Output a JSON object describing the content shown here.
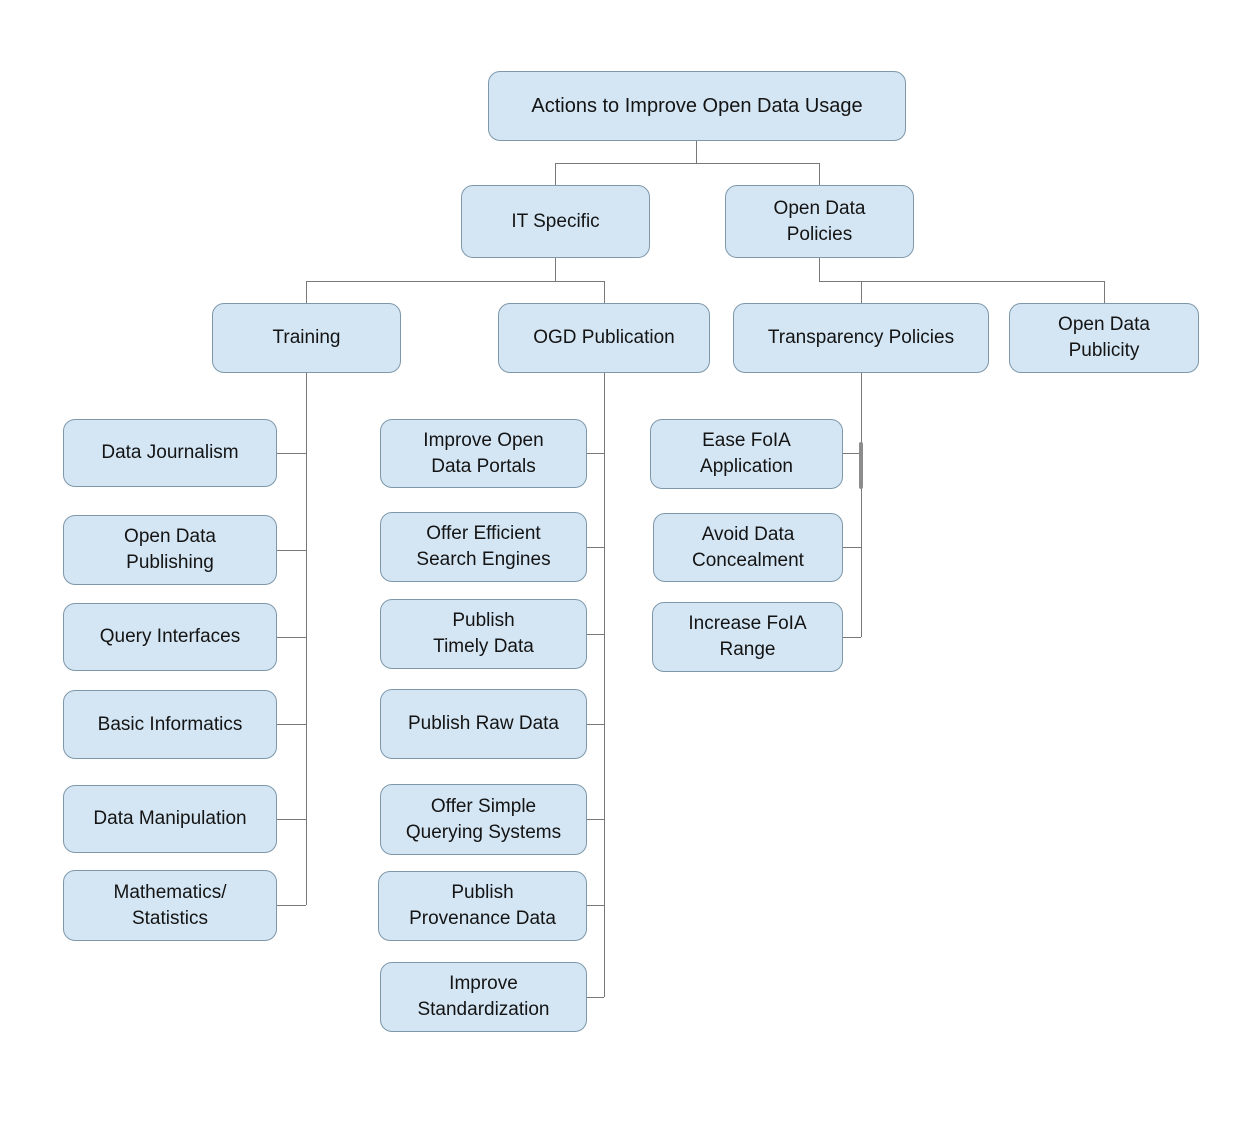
{
  "diagram": {
    "title": "Actions to Improve Open Data Usage",
    "type": "hierarchy-tree",
    "colors": {
      "node_fill": "#d4e6f4",
      "node_border": "#7e98aa",
      "connector": "#787878",
      "text": "#141414",
      "background": "#ffffff"
    },
    "nodes": [
      {
        "id": "root",
        "label": "Actions to Improve Open Data Usage"
      },
      {
        "id": "it-specific",
        "label": "IT Specific"
      },
      {
        "id": "open-data-policies",
        "label": "Open Data\nPolicies"
      },
      {
        "id": "training",
        "label": "Training"
      },
      {
        "id": "ogd-publication",
        "label": "OGD Publication"
      },
      {
        "id": "transparency-policies",
        "label": "Transparency Policies"
      },
      {
        "id": "open-data-publicity",
        "label": "Open Data\nPublicity"
      },
      {
        "id": "data-journalism",
        "label": "Data Journalism"
      },
      {
        "id": "open-data-publishing",
        "label": "Open Data\nPublishing"
      },
      {
        "id": "query-interfaces",
        "label": "Query Interfaces"
      },
      {
        "id": "basic-informatics",
        "label": "Basic Informatics"
      },
      {
        "id": "data-manipulation",
        "label": "Data Manipulation"
      },
      {
        "id": "mathematics-statistics",
        "label": "Mathematics/\nStatistics"
      },
      {
        "id": "improve-open-data-portals",
        "label": "Improve Open\nData Portals"
      },
      {
        "id": "offer-efficient-search-engines",
        "label": "Offer Efficient\nSearch Engines"
      },
      {
        "id": "publish-timely-data",
        "label": "Publish\nTimely Data"
      },
      {
        "id": "publish-raw-data",
        "label": "Publish Raw Data"
      },
      {
        "id": "offer-simple-querying-systems",
        "label": "Offer Simple\nQuerying Systems"
      },
      {
        "id": "publish-provenance-data",
        "label": "Publish\nProvenance Data"
      },
      {
        "id": "improve-standardization",
        "label": "Improve\nStandardization"
      },
      {
        "id": "ease-foia-application",
        "label": "Ease FoIA\nApplication"
      },
      {
        "id": "avoid-data-concealment",
        "label": "Avoid Data\nConcealment"
      },
      {
        "id": "increase-foia-range",
        "label": "Increase FoIA\nRange"
      }
    ],
    "hierarchy": [
      {
        "parent": "root",
        "children": [
          "it-specific",
          "open-data-policies"
        ]
      },
      {
        "parent": "it-specific",
        "children": [
          "training",
          "ogd-publication"
        ]
      },
      {
        "parent": "open-data-policies",
        "children": [
          "transparency-policies",
          "open-data-publicity"
        ]
      },
      {
        "parent": "training",
        "children": [
          "data-journalism",
          "open-data-publishing",
          "query-interfaces",
          "basic-informatics",
          "data-manipulation",
          "mathematics-statistics"
        ]
      },
      {
        "parent": "ogd-publication",
        "children": [
          "improve-open-data-portals",
          "offer-efficient-search-engines",
          "publish-timely-data",
          "publish-raw-data",
          "offer-simple-querying-systems",
          "publish-provenance-data",
          "improve-standardization"
        ]
      },
      {
        "parent": "transparency-policies",
        "children": [
          "ease-foia-application",
          "avoid-data-concealment",
          "increase-foia-range"
        ]
      },
      {
        "parent": "open-data-publicity",
        "children": []
      }
    ]
  }
}
